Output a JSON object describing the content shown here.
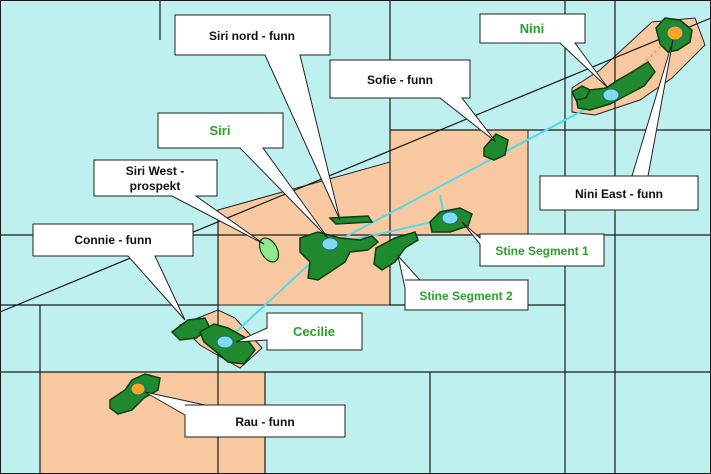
{
  "colors": {
    "sea": "#bff0f0",
    "license_fill": "#f8c9a0",
    "field_fill": "#1f8a2e",
    "field_outline": "#0b3d12",
    "prospect_fill": "#8fe88f",
    "pipeline": "#55d8e8",
    "platform": "#7fdcec",
    "nini_east_platform": "#f5a623",
    "grid_line": "#1a1a1a",
    "label_green": "#2aa02a",
    "label_black": "#111111"
  },
  "labels": {
    "siri_nord": "Siri nord - funn",
    "nini": "Nini",
    "sofie": "Sofie - funn",
    "siri": "Siri",
    "siri_west_line1": "Siri West -",
    "siri_west_line2": "prospekt",
    "nini_east": "Nini East - funn",
    "connie": "Connie - funn",
    "stine1": "Stine Segment 1",
    "stine2": "Stine Segment 2",
    "cecilie": "Cecilie",
    "rau": "Rau - funn"
  }
}
